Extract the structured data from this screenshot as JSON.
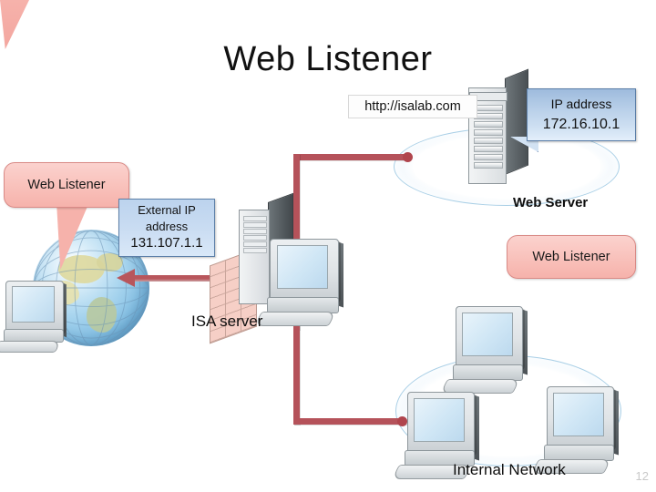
{
  "slide": {
    "title": "Web Listener",
    "page_number": "12",
    "background_color": "#ffffff"
  },
  "colors": {
    "connector_red": "#b5525a",
    "connector_dot": "#b0454d",
    "callout_pink_light": "#fbd2ce",
    "callout_pink_dark": "#f6b2ab",
    "callout_pink_border": "#d98a86",
    "box_blue_top": "#9ebbdd",
    "box_blue_bottom": "#e3eefb",
    "box_blue_border": "#5c7fa8",
    "cloud_edge": "#b8d9ee",
    "title_text": "#111111",
    "page_number_text": "#c9c9c9"
  },
  "labels": {
    "url": "http://isalab.com",
    "web_server": "Web Server",
    "isa_server": "ISA server",
    "internal_network": "Internal Network"
  },
  "callouts": [
    {
      "id": "callout-left",
      "text": "Web Listener",
      "style": "pink-rounded",
      "points_to": "internet-globe-client"
    },
    {
      "id": "callout-right",
      "text": "Web Listener",
      "style": "pink-rounded",
      "points_to": "internal-network-pc"
    }
  ],
  "info_boxes": [
    {
      "id": "box-ip-address",
      "line1": "IP address",
      "line2": "172.16.10.1",
      "style": "blue-gradient",
      "attached_to": "web-server"
    },
    {
      "id": "box-external-ip",
      "line1": "External IP",
      "line2": "address",
      "line3": "131.107.1.1",
      "style": "blue-gradient",
      "attached_to": "isa-server"
    }
  ],
  "network_zones": [
    {
      "id": "cloud-web-server",
      "label": "Web Server"
    },
    {
      "id": "cloud-internal",
      "label": "Internal Network"
    }
  ],
  "devices": [
    {
      "id": "server-tower",
      "kind": "rack-server-icon",
      "zone": "cloud-web-server"
    },
    {
      "id": "isa-tower",
      "kind": "tower-pc-icon",
      "zone": "isa-server"
    },
    {
      "id": "isa-monitor",
      "kind": "crt-monitor-icon",
      "zone": "isa-server"
    },
    {
      "id": "firewall",
      "kind": "firewall-brick-wall-icon",
      "zone": "isa-server"
    },
    {
      "id": "globe",
      "kind": "globe-internet-icon",
      "zone": "internet"
    },
    {
      "id": "pc-globe",
      "kind": "crt-monitor-icon",
      "zone": "internet"
    },
    {
      "id": "pc-top",
      "kind": "crt-monitor-icon",
      "zone": "cloud-internal"
    },
    {
      "id": "pc-left",
      "kind": "crt-monitor-icon",
      "zone": "cloud-internal"
    },
    {
      "id": "pc-right",
      "kind": "crt-monitor-icon",
      "zone": "cloud-internal"
    }
  ]
}
